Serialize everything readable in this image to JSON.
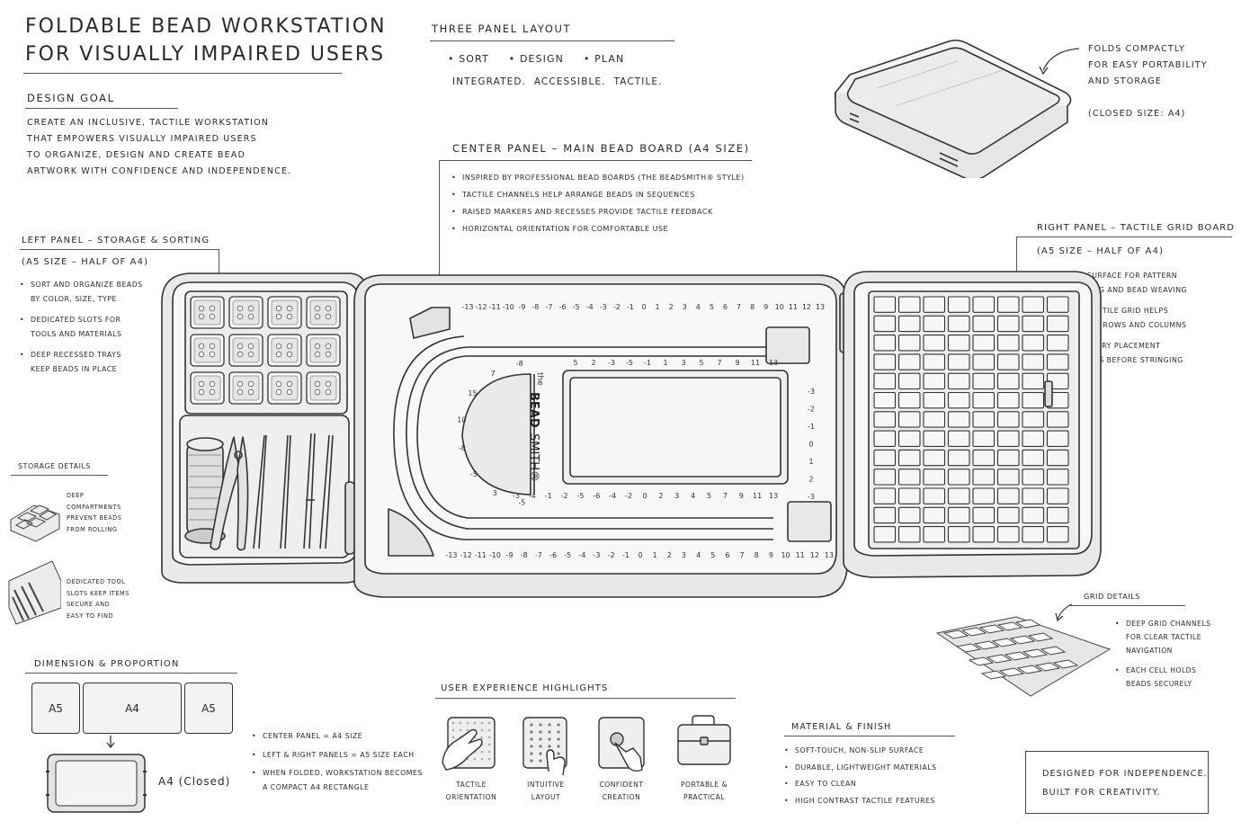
{
  "title_line1": "Foldable Bead Workstation",
  "title_line2": "for Visually Impaired Users",
  "design_goal": {
    "heading": "Design Goal",
    "lines": [
      "Create an inclusive, tactile workstation",
      "that empowers visually impaired users",
      "to organize, design and create bead",
      "artwork with confidence and independence."
    ]
  },
  "three_panel": {
    "heading": "Three Panel Layout",
    "items": [
      "Sort",
      "Design",
      "Plan"
    ],
    "tagline": "Integrated.  Accessible.  Tactile."
  },
  "folds": {
    "lines": [
      "Folds compactly",
      "for easy portability",
      "and storage"
    ],
    "size": "(Closed size: A4)"
  },
  "center_panel": {
    "heading": "Center Panel – Main Bead Board (A4 Size)",
    "items": [
      "Inspired by professional bead boards (The Beadsmith® style)",
      "Tactile channels help arrange beads in sequences",
      "Raised markers and recesses provide tactile feedback",
      "Horizontal orientation for comfortable use"
    ]
  },
  "left_panel": {
    "heading": "Left Panel – Storage & Sorting",
    "sub": "(A5 Size – Half of A4)",
    "items": [
      [
        "Sort and organize beads",
        "by color, size, type"
      ],
      [
        "Dedicated slots for",
        "tools and materials"
      ],
      [
        "Deep recessed trays",
        "keep beads in place"
      ]
    ]
  },
  "right_panel": {
    "heading": "Right Panel – Tactile Grid Board",
    "sub": "(A5 Size – Half of A4)",
    "items": [
      [
        "Grid surface for pattern",
        "planning and bead weaving"
      ],
      [
        "Deep tactile grid helps",
        "identify rows and columns"
      ],
      [
        "Temporary placement",
        "of beads before stringing"
      ]
    ]
  },
  "storage_details": {
    "heading": "Storage Details",
    "note1": [
      "Deep",
      "compartments",
      "prevent beads",
      "from rolling"
    ],
    "note2": [
      "Dedicated tool",
      "slots keep items",
      "secure and",
      "easy to find"
    ]
  },
  "grid_details": {
    "heading": "Grid Details",
    "items": [
      [
        "Deep grid channels",
        "for clear tactile",
        "navigation"
      ],
      [
        "Each cell holds",
        "beads securely"
      ]
    ]
  },
  "board": {
    "brand_the": "the",
    "brand_main": "BEAD",
    "brand_rest": "SMITH®",
    "ruler_top": [
      "-13",
      "-12",
      "-11",
      "-10",
      "-9",
      "-8",
      "-7",
      "-6",
      "-5",
      "-4",
      "-3",
      "-2",
      "-1",
      "0",
      "1",
      "2",
      "3",
      "4",
      "5",
      "6",
      "7",
      "8",
      "9",
      "10",
      "11",
      "12",
      "13"
    ],
    "ruler_bottom": [
      "-13",
      "-12",
      "-11",
      "-10",
      "-9",
      "-8",
      "-7",
      "-6",
      "-5",
      "-4",
      "-3",
      "-2",
      "-1",
      "0",
      "1",
      "2",
      "3",
      "4",
      "5",
      "6",
      "7",
      "8",
      "9",
      "10",
      "11",
      "12",
      "13"
    ],
    "ruler_inner_top": [
      "5",
      "2",
      "-3",
      "-5",
      "-1",
      "1",
      "3",
      "5",
      "7",
      "9",
      "11",
      "13"
    ],
    "ruler_inner_bottom": [
      "-3",
      "-4",
      "-1",
      "-2",
      "-5",
      "-6",
      "-4",
      "-2",
      "0",
      "2",
      "3",
      "4",
      "5",
      "7",
      "9",
      "11",
      "13"
    ],
    "ruler_right": [
      "-3",
      "-2",
      "-1",
      "0",
      "1",
      "2",
      "-3"
    ],
    "ruler_arc": [
      "-8",
      "7",
      "15",
      "10",
      "-8",
      "-5",
      "3",
      "-5"
    ]
  },
  "dimension": {
    "heading": "Dimension & Proportion",
    "box_left": "A5",
    "box_center": "A4",
    "box_right": "A5",
    "closed": "A4 (Closed)",
    "items": [
      [
        "Center panel = A4 size"
      ],
      [
        "Left & right panels = A5 size each"
      ],
      [
        "When folded, workstation becomes",
        "a compact A4 rectangle"
      ]
    ]
  },
  "ux": {
    "heading": "User Experience Highlights",
    "items": [
      {
        "icon": "tactile-hand-icon",
        "label": [
          "Tactile",
          "Orientation"
        ]
      },
      {
        "icon": "braille-grid-icon",
        "label": [
          "Intuitive",
          "Layout"
        ]
      },
      {
        "icon": "button-press-icon",
        "label": [
          "Confident",
          "Creation"
        ]
      },
      {
        "icon": "briefcase-icon",
        "label": [
          "Portable &",
          "Practical"
        ]
      }
    ]
  },
  "material": {
    "heading": "Material & Finish",
    "items": [
      "Soft-touch, non-slip surface",
      "Durable, lightweight materials",
      "Easy to clean",
      "High contrast tactile features"
    ]
  },
  "motto": [
    "Designed for independence.",
    "Built for creativity."
  ]
}
